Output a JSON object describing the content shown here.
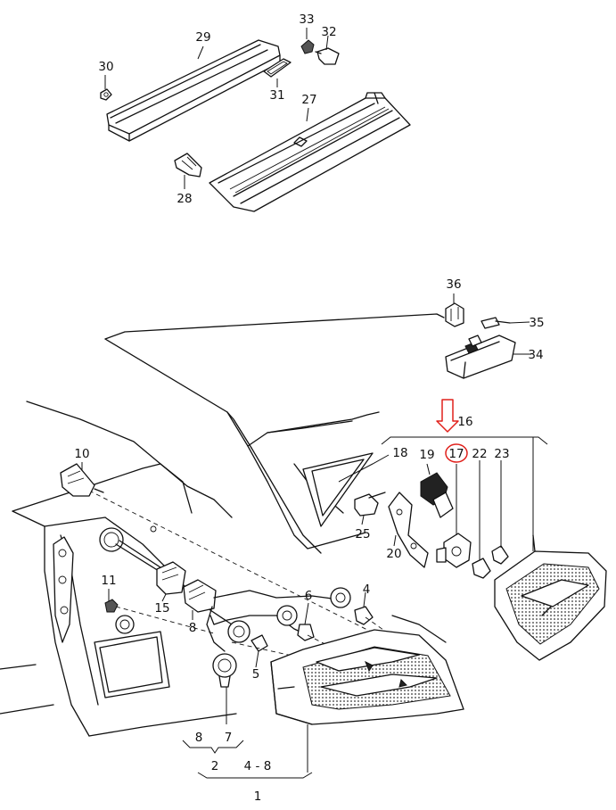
{
  "labels": {
    "p1": "1",
    "p2": "2",
    "p4": "4",
    "p4_8": "4 - 8",
    "p5": "5",
    "p6": "6",
    "p7": "7",
    "p8a": "8",
    "p8b": "8",
    "p10": "10",
    "p11": "11",
    "p15": "15",
    "p16": "16",
    "p17": "17",
    "p18": "18",
    "p19": "19",
    "p20": "20",
    "p22": "22",
    "p23": "23",
    "p25": "25",
    "p27": "27",
    "p28": "28",
    "p29": "29",
    "p30": "30",
    "p31": "31",
    "p32": "32",
    "p33": "33",
    "p34": "34",
    "p35": "35",
    "p36": "36"
  },
  "highlight": {
    "part": "17",
    "color": "#e0201b"
  }
}
